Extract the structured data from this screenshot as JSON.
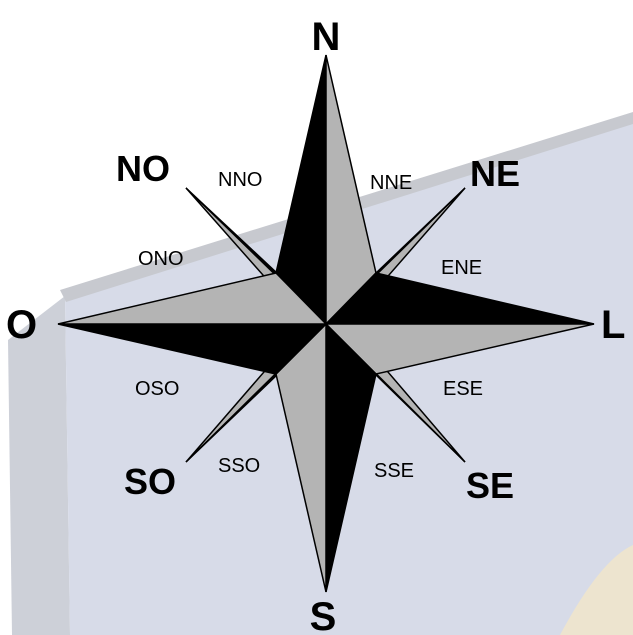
{
  "compass": {
    "cardinal": {
      "north": "N",
      "east": "L",
      "south": "S",
      "west": "O"
    },
    "intercardinal": {
      "northeast": "NE",
      "southeast": "SE",
      "southwest": "SO",
      "northwest": "NO"
    },
    "secondary": {
      "nne": "NNE",
      "ene": "ENE",
      "ese": "ESE",
      "sse": "SSE",
      "sso": "SSO",
      "oso": "OSO",
      "ono": "ONO",
      "nno": "NNO"
    }
  },
  "colors": {
    "dark_fill": "#000000",
    "light_fill": "#b4b4b4",
    "board_fill": "#d7dbe8",
    "board_edge": "#c7c9cf",
    "board_side": "#cdd0d8"
  }
}
